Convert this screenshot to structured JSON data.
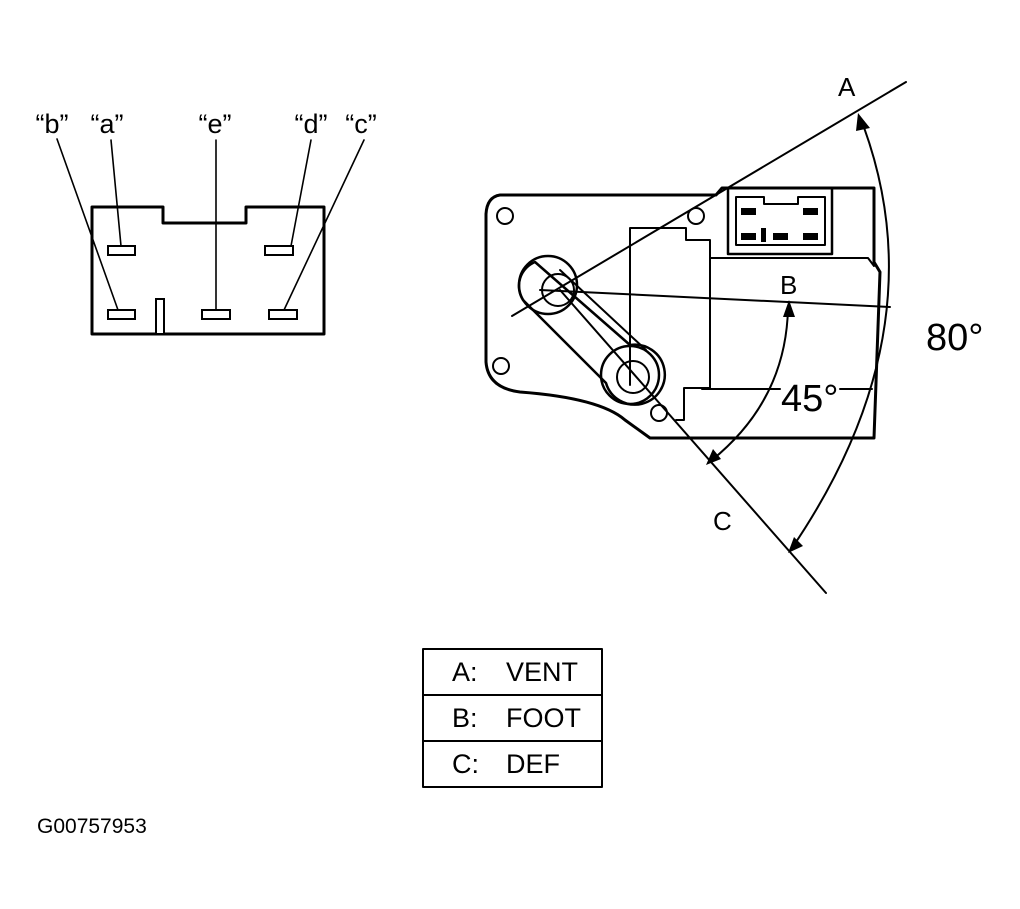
{
  "connector": {
    "terminals": [
      {
        "label": "“b”"
      },
      {
        "label": "“a”"
      },
      {
        "label": "“e”"
      },
      {
        "label": "“d”"
      },
      {
        "label": "“c”"
      }
    ]
  },
  "actuator": {
    "positions": [
      "A",
      "B",
      "C"
    ],
    "angles": {
      "outer": "80°",
      "inner": "45°"
    }
  },
  "legend": {
    "rows": [
      {
        "key": "A:",
        "value": "VENT"
      },
      {
        "key": "B:",
        "value": "FOOT"
      },
      {
        "key": "C:",
        "value": "DEF"
      }
    ]
  },
  "figure_id": "G00757953"
}
